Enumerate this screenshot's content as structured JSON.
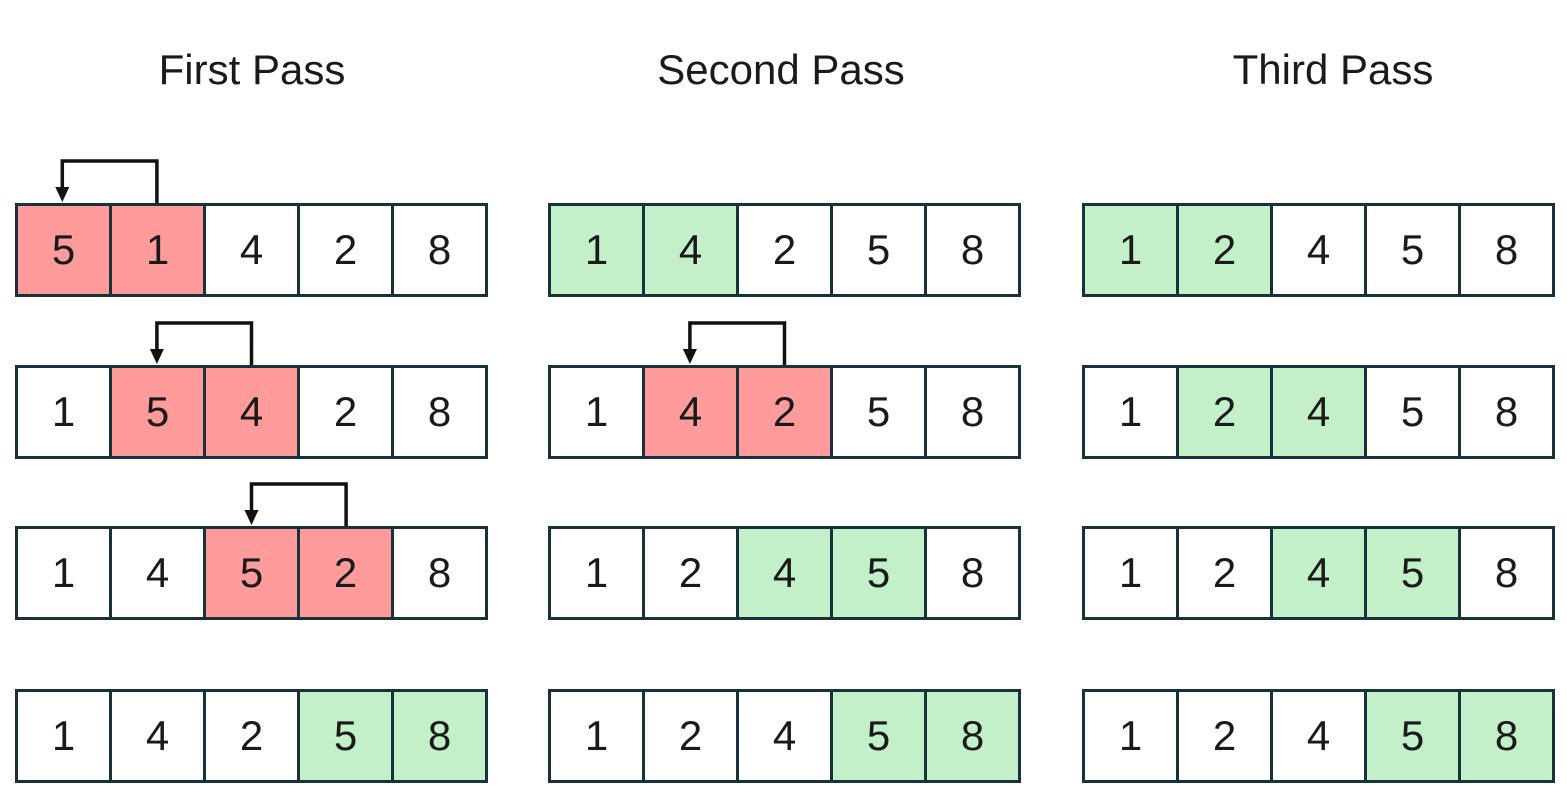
{
  "colors": {
    "swap": "#ff9b9b",
    "compared_ok": "#c3f0c8",
    "border": "#17323b",
    "arrow": "#111111"
  },
  "passes": [
    {
      "title": "First Pass",
      "rows": [
        {
          "values": [
            "5",
            "1",
            "4",
            "2",
            "8"
          ],
          "states": [
            "swap",
            "swap",
            "none",
            "none",
            "none"
          ],
          "swap_arrow": true
        },
        {
          "values": [
            "1",
            "5",
            "4",
            "2",
            "8"
          ],
          "states": [
            "none",
            "swap",
            "swap",
            "none",
            "none"
          ],
          "swap_arrow": true
        },
        {
          "values": [
            "1",
            "4",
            "5",
            "2",
            "8"
          ],
          "states": [
            "none",
            "none",
            "swap",
            "swap",
            "none"
          ],
          "swap_arrow": true
        },
        {
          "values": [
            "1",
            "4",
            "2",
            "5",
            "8"
          ],
          "states": [
            "none",
            "none",
            "none",
            "ok",
            "ok"
          ],
          "swap_arrow": false
        }
      ]
    },
    {
      "title": "Second Pass",
      "rows": [
        {
          "values": [
            "1",
            "4",
            "2",
            "5",
            "8"
          ],
          "states": [
            "ok",
            "ok",
            "none",
            "none",
            "none"
          ],
          "swap_arrow": false
        },
        {
          "values": [
            "1",
            "4",
            "2",
            "5",
            "8"
          ],
          "states": [
            "none",
            "swap",
            "swap",
            "none",
            "none"
          ],
          "swap_arrow": true
        },
        {
          "values": [
            "1",
            "2",
            "4",
            "5",
            "8"
          ],
          "states": [
            "none",
            "none",
            "ok",
            "ok",
            "none"
          ],
          "swap_arrow": false
        },
        {
          "values": [
            "1",
            "2",
            "4",
            "5",
            "8"
          ],
          "states": [
            "none",
            "none",
            "none",
            "ok",
            "ok"
          ],
          "swap_arrow": false
        }
      ]
    },
    {
      "title": "Third Pass",
      "rows": [
        {
          "values": [
            "1",
            "2",
            "4",
            "5",
            "8"
          ],
          "states": [
            "ok",
            "ok",
            "none",
            "none",
            "none"
          ],
          "swap_arrow": false
        },
        {
          "values": [
            "1",
            "2",
            "4",
            "5",
            "8"
          ],
          "states": [
            "none",
            "ok",
            "ok",
            "none",
            "none"
          ],
          "swap_arrow": false
        },
        {
          "values": [
            "1",
            "2",
            "4",
            "5",
            "8"
          ],
          "states": [
            "none",
            "none",
            "ok",
            "ok",
            "none"
          ],
          "swap_arrow": false
        },
        {
          "values": [
            "1",
            "2",
            "4",
            "5",
            "8"
          ],
          "states": [
            "none",
            "none",
            "none",
            "ok",
            "ok"
          ],
          "swap_arrow": false
        }
      ]
    }
  ]
}
